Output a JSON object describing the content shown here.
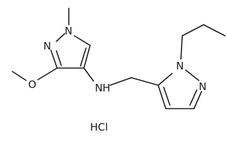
{
  "molecule": {
    "atoms": {
      "n_methyl": "N",
      "n_ring1": "N",
      "o_methoxy": "O",
      "n_amine": "N",
      "h_amine": "H",
      "n_propyl": "N",
      "n_ring2": "N"
    },
    "salt": "HCl"
  }
}
